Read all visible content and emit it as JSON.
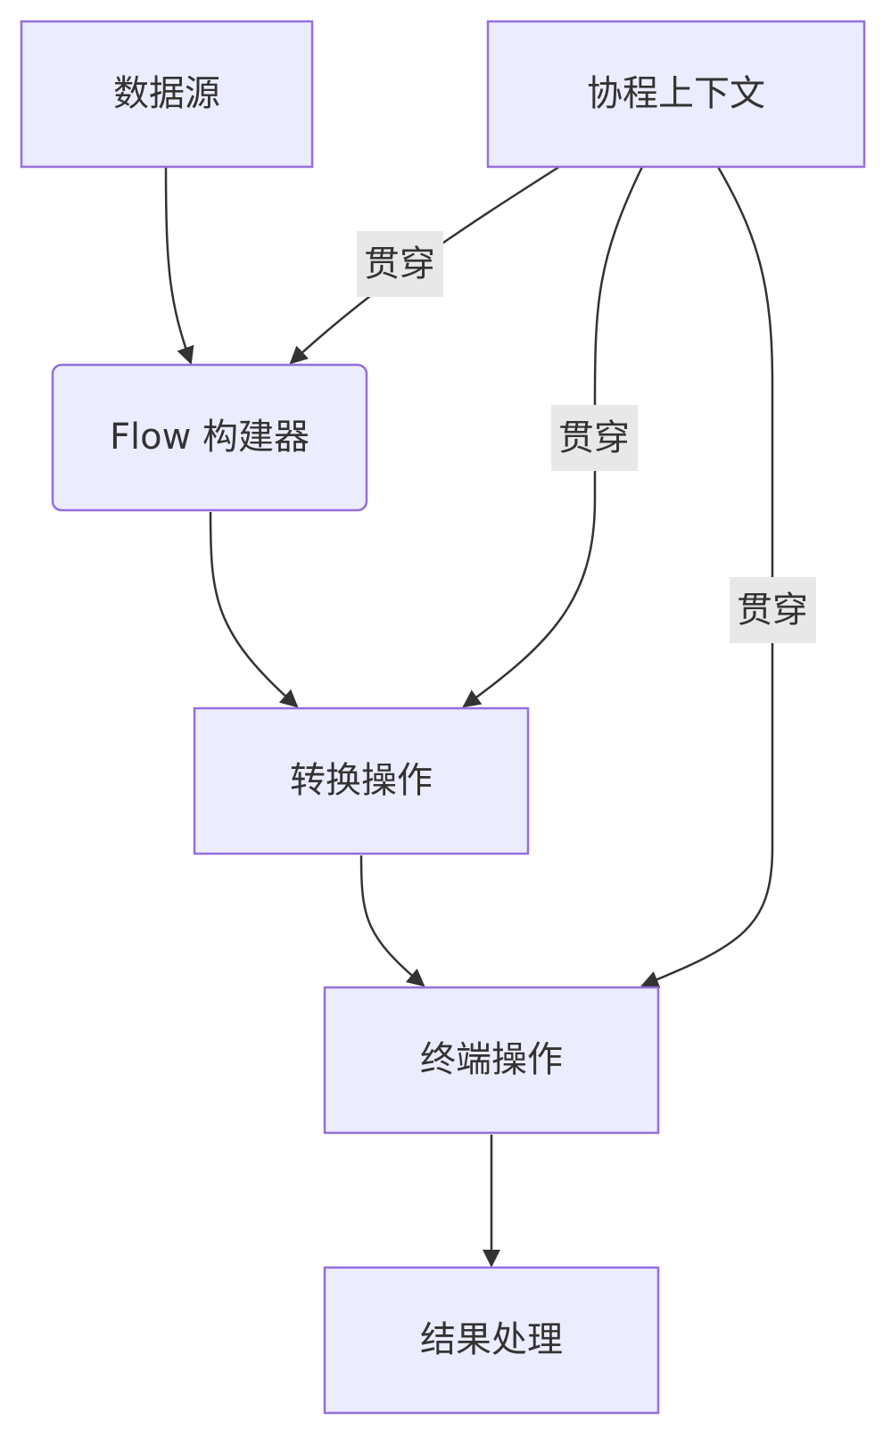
{
  "diagram": {
    "nodes": {
      "source": "数据源",
      "context": "协程上下文",
      "builder": "Flow 构建器",
      "transform": "转换操作",
      "terminal": "终端操作",
      "result": "结果处理"
    },
    "edges": [
      {
        "from": "source",
        "to": "builder",
        "label": ""
      },
      {
        "from": "context",
        "to": "builder",
        "label": "贯穿"
      },
      {
        "from": "context",
        "to": "transform",
        "label": "贯穿"
      },
      {
        "from": "context",
        "to": "terminal",
        "label": "贯穿"
      },
      {
        "from": "builder",
        "to": "transform",
        "label": ""
      },
      {
        "from": "transform",
        "to": "terminal",
        "label": ""
      },
      {
        "from": "terminal",
        "to": "result",
        "label": ""
      }
    ],
    "colors": {
      "node_fill": "#ececff",
      "node_stroke": "#9370db",
      "edge": "#333333",
      "label_bg": "#e8e8e8",
      "text": "#333333"
    }
  }
}
